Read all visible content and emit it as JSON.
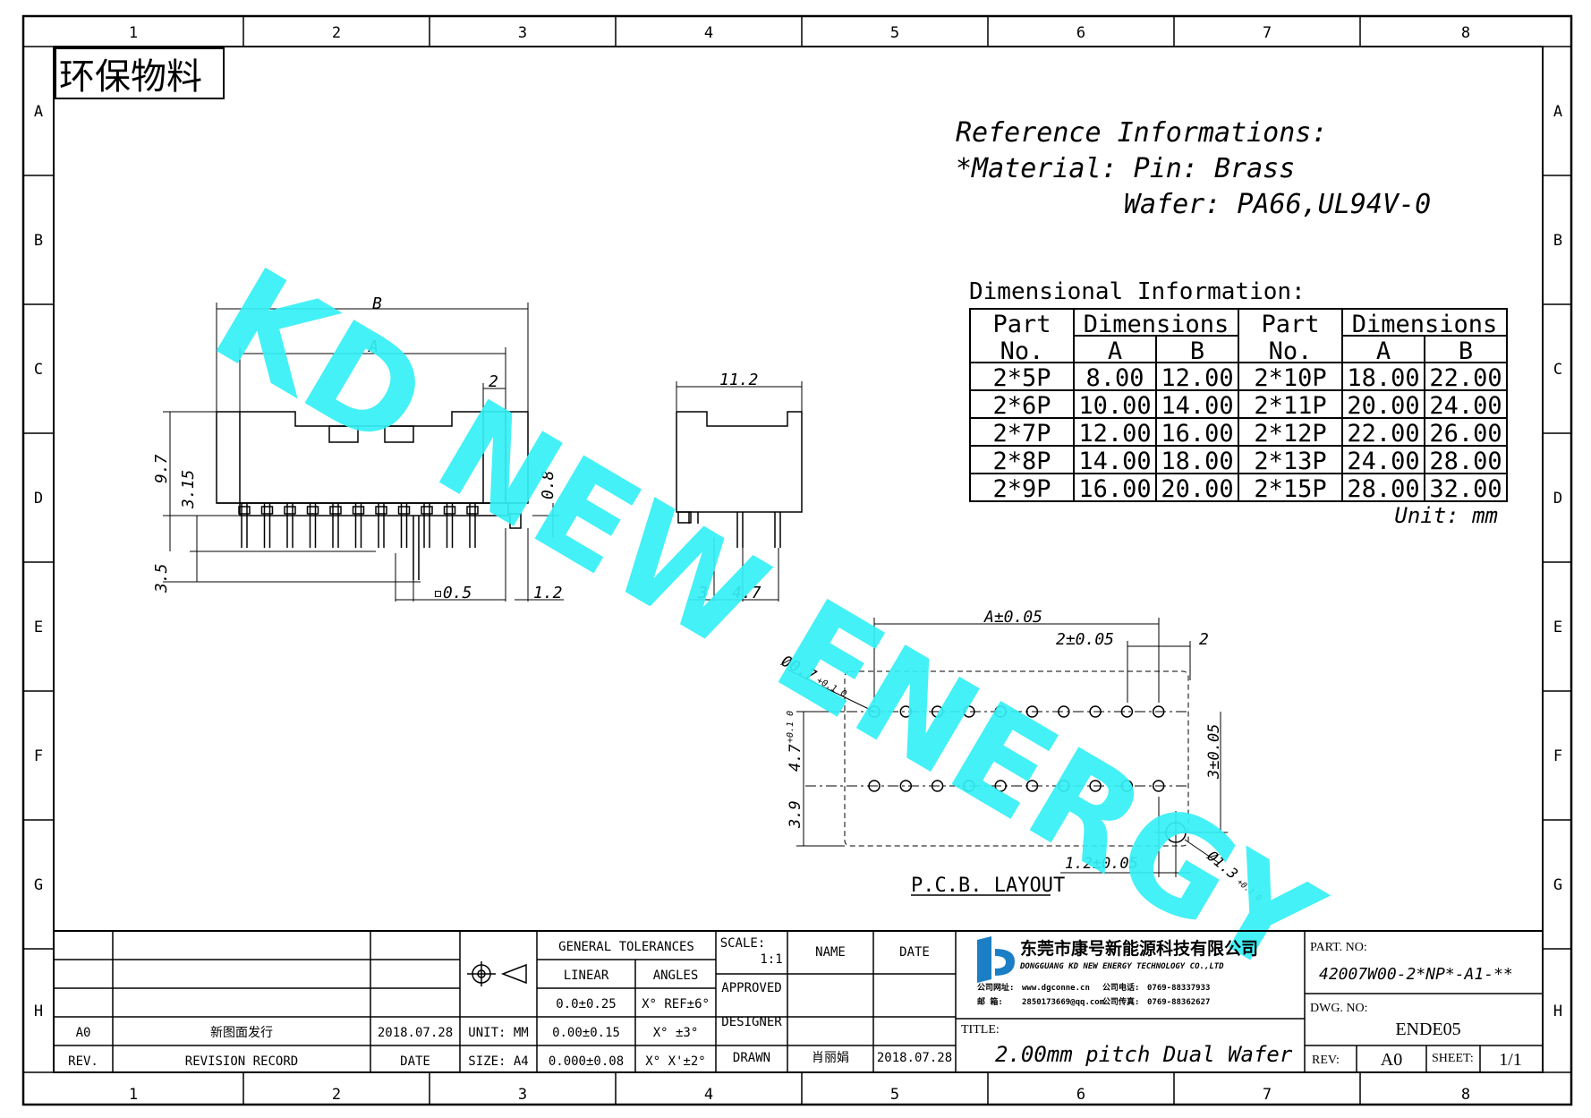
{
  "grid": {
    "cols": [
      "1",
      "2",
      "3",
      "4",
      "5",
      "6",
      "7",
      "8"
    ],
    "rows": [
      "A",
      "B",
      "C",
      "D",
      "E",
      "F",
      "G",
      "H"
    ]
  },
  "stamp": "环保物料",
  "reference": {
    "line1": "Reference Informations:",
    "line2": "*Material: Pin: Brass",
    "line3": "Wafer: PA66,UL94V-0"
  },
  "dim_info": {
    "title": "Dimensional Information:",
    "headers": {
      "part_l1": "Part",
      "part_l2": "No.",
      "dimensions": "Dimensions",
      "a": "A",
      "b": "B"
    },
    "rows": [
      {
        "p1": "2*5P",
        "a1": "8.00",
        "b1": "12.00",
        "p2": "2*10P",
        "a2": "18.00",
        "b2": "22.00"
      },
      {
        "p1": "2*6P",
        "a1": "10.00",
        "b1": "14.00",
        "p2": "2*11P",
        "a2": "20.00",
        "b2": "24.00"
      },
      {
        "p1": "2*7P",
        "a1": "12.00",
        "b1": "16.00",
        "p2": "2*12P",
        "a2": "22.00",
        "b2": "26.00"
      },
      {
        "p1": "2*8P",
        "a1": "14.00",
        "b1": "18.00",
        "p2": "2*13P",
        "a2": "24.00",
        "b2": "28.00"
      },
      {
        "p1": "2*9P",
        "a1": "16.00",
        "b1": "20.00",
        "p2": "2*15P",
        "a2": "28.00",
        "b2": "32.00"
      }
    ],
    "unit": "Unit: mm"
  },
  "watermark": "KD NEW ENERGY",
  "dims": {
    "B": "B",
    "A": "A",
    "two": "2",
    "d112": "11.2",
    "d97": "9.7",
    "d315": "3.15",
    "d08": "0.8",
    "d35": "3.5",
    "d05": "▫0.5",
    "d12": "1.2",
    "d3": "3",
    "d47": "4.7",
    "pcb_A": "A±0.05",
    "pcb_2pitch": "2±0.05",
    "pcb_2": "2",
    "pcb_hole": "Ø0.7",
    "pcb_hole_tol": "+0.1 0",
    "pcb_47": "4.7",
    "pcb_47_tol": "+0.1 0",
    "pcb_3": "3±0.05",
    "pcb_39": "3.9",
    "pcb_12": "1.2±0.05",
    "pcb_peg": "Ø1.3",
    "pcb_peg_tol": "+0.1 0",
    "pcb_title": "P.C.B. LAYOUT"
  },
  "title_block": {
    "rev_a0": "A0",
    "rev_record": "新图面发行",
    "rev_date": "2018.07.28",
    "lbl_rev": "REV.",
    "lbl_record": "REVISION RECORD",
    "lbl_date": "DATE",
    "unit": "UNIT: MM",
    "size": "SIZE: A4",
    "gen_tol": "GENERAL TOLERANCES",
    "linear": "LINEAR",
    "angles": "ANGLES",
    "tol1": "0.0±0.25",
    "ang1": "X° REF±6°",
    "tol2": "0.00±0.15",
    "ang2": "X° ±3°",
    "tol3": "0.000±0.08",
    "ang3": "X° X'±2°",
    "scale_lbl": "SCALE:",
    "scale": "1:1",
    "name": "NAME",
    "date": "DATE",
    "approved": "APPROVED",
    "designer": "DESIGNER",
    "drawn": "DRAWN",
    "drawn_name": "肖丽娟",
    "drawn_date": "2018.07.28",
    "company_cn": "东莞市康号新能源科技有限公司",
    "company_en": "DONGGUANG KD NEW ENERGY TECHNOLOGY CO.,LTD",
    "web_lbl": "公司网址:",
    "web": "www.dgconne.cn",
    "tel_lbl": "公司电话:",
    "tel": "0769-88337933",
    "mail_lbl": "邮    箱:",
    "mail": "2850173669@qq.com",
    "fax_lbl": "公司传真:",
    "fax": "0769-88362627",
    "title_lbl": "TITLE:",
    "title": "2.00mm pitch Dual Wafer",
    "part_lbl": "PART. NO:",
    "part_no": "42007W00-2*NP*-A1-**",
    "dwg_lbl": "DWG. NO:",
    "dwg_no": "ENDE05",
    "rev_lbl": "REV:",
    "rev": "A0",
    "sheet_lbl": "SHEET:",
    "sheet": "1/1"
  },
  "colors": {
    "ink": "#000000",
    "watermark": "#33f0f5",
    "logo": "#1a7fc4"
  }
}
